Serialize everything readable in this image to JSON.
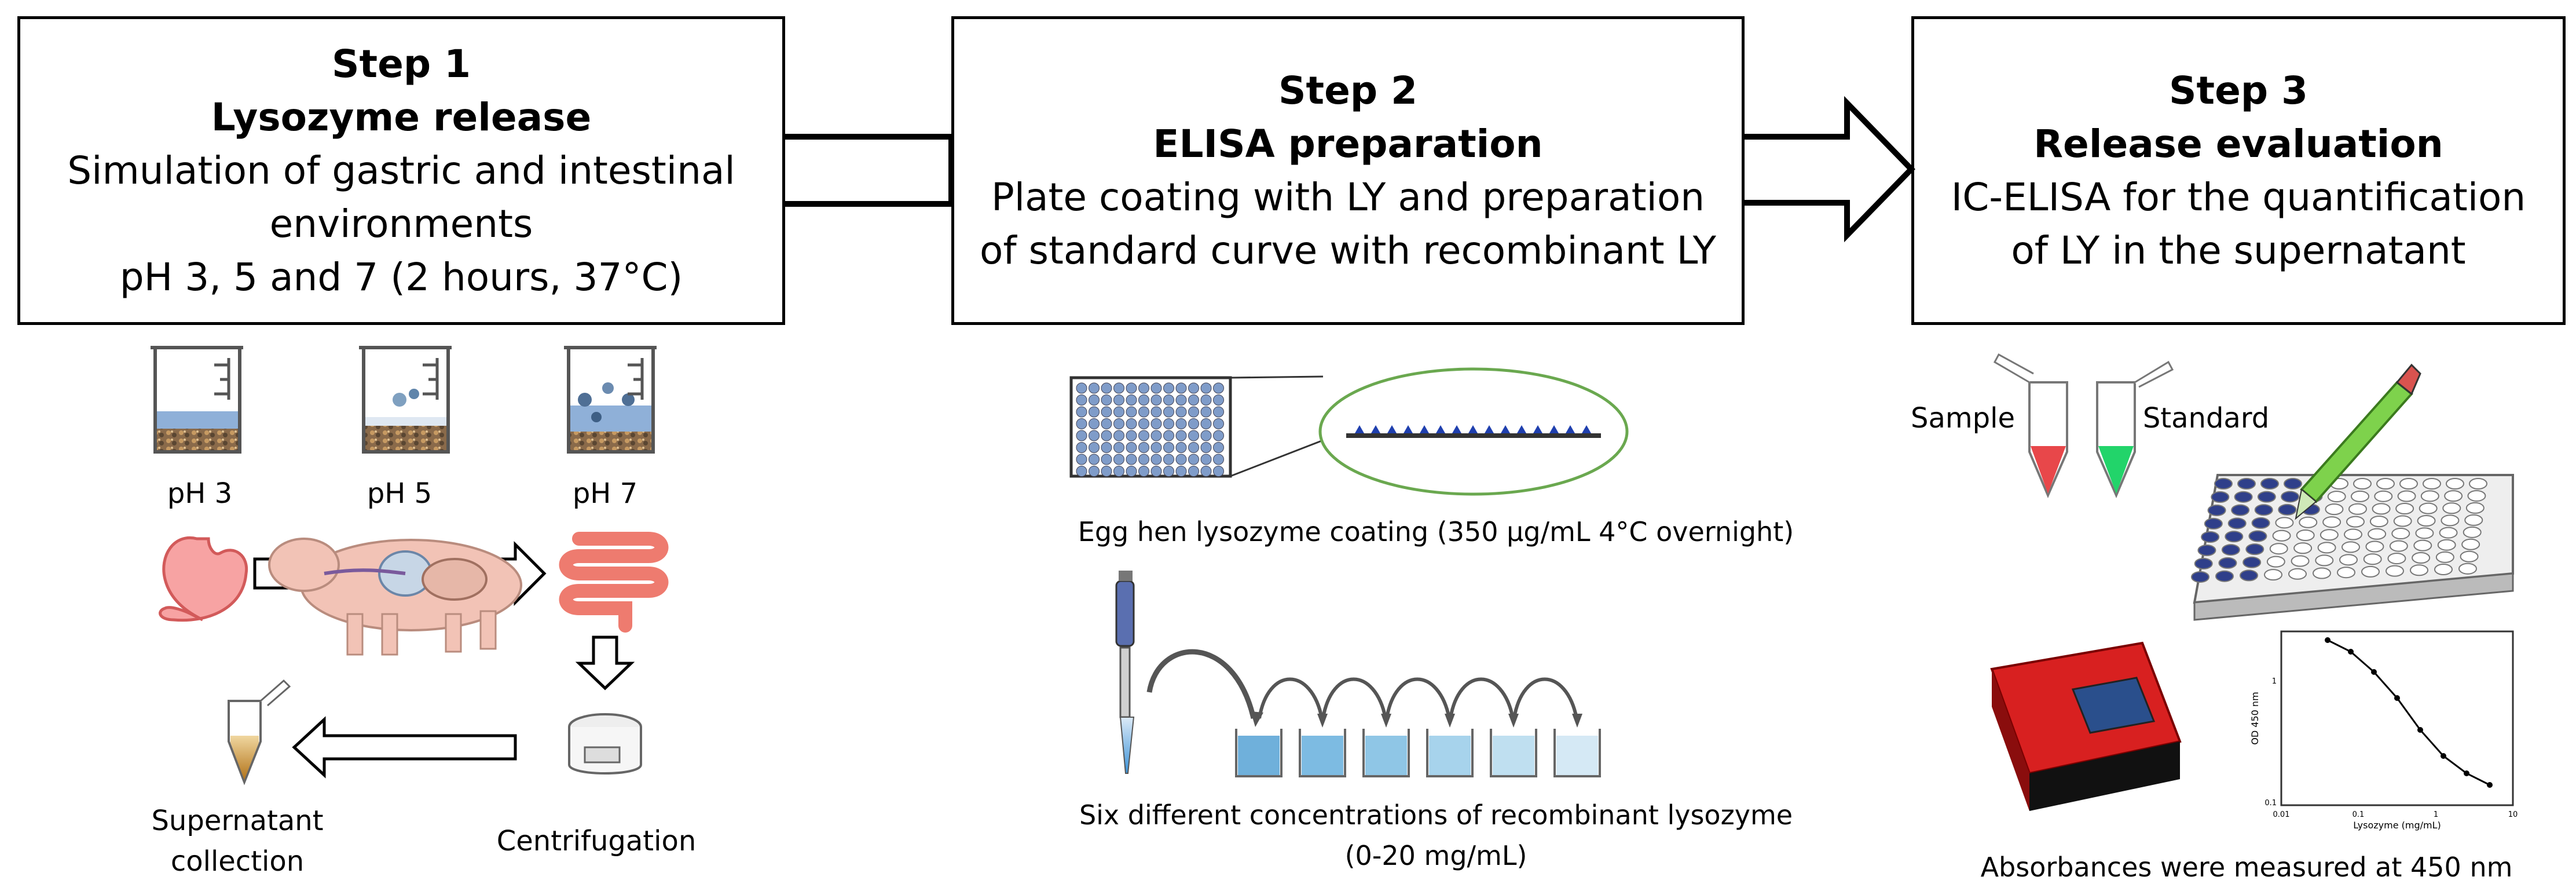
{
  "steps": [
    {
      "title": "Step 1",
      "subtitle": "Lysozyme release",
      "lines": [
        "Simulation of gastric and intestinal",
        "environments",
        "pH 3, 5 and 7 (2 hours, 37°C)"
      ]
    },
    {
      "title": "Step 2",
      "subtitle": "ELISA preparation",
      "lines": [
        "Plate coating with LY and preparation",
        "of standard curve with recombinant LY"
      ]
    },
    {
      "title": "Step 3",
      "subtitle": "Release evaluation",
      "lines": [
        "IC-ELISA for the quantification",
        "of LY in the supernatant"
      ]
    }
  ],
  "step1_panel": {
    "ph_labels": [
      "pH 3",
      "pH 5",
      "pH 7"
    ],
    "supernatant_label": [
      "Supernatant",
      "collection"
    ],
    "centrifugation_label": "Centrifugation"
  },
  "step2_panel": {
    "coating_label": "Egg hen lysozyme coating (350 µg/mL 4°C overnight)",
    "dilution_label": [
      "Six different concentrations of recombinant lysozyme",
      "(0-20 mg/mL)"
    ]
  },
  "step3_panel": {
    "sample_label": "Sample",
    "standard_label": "Standard",
    "absorbance_label": "Absorbances were measured at 450 nm",
    "curve_chart": {
      "ylabel": "OD 450 nm",
      "xlabel": "Lysozyme (mg/mL)",
      "xticks": [
        "0.01",
        "0.1",
        "1",
        "10"
      ],
      "yticks": [
        "1",
        "0.1"
      ]
    }
  },
  "colors": {
    "stroke": "#000000",
    "beaker_liquid": "#8fb0d8",
    "tube_red": "#e8474a",
    "tube_green": "#22d46a",
    "plate_well": "#7f9cc9",
    "pig": "#f2c3b6",
    "intestine": "#ee7b6f",
    "pipette_green": "#7ed24c",
    "reader_red": "#d82020"
  }
}
